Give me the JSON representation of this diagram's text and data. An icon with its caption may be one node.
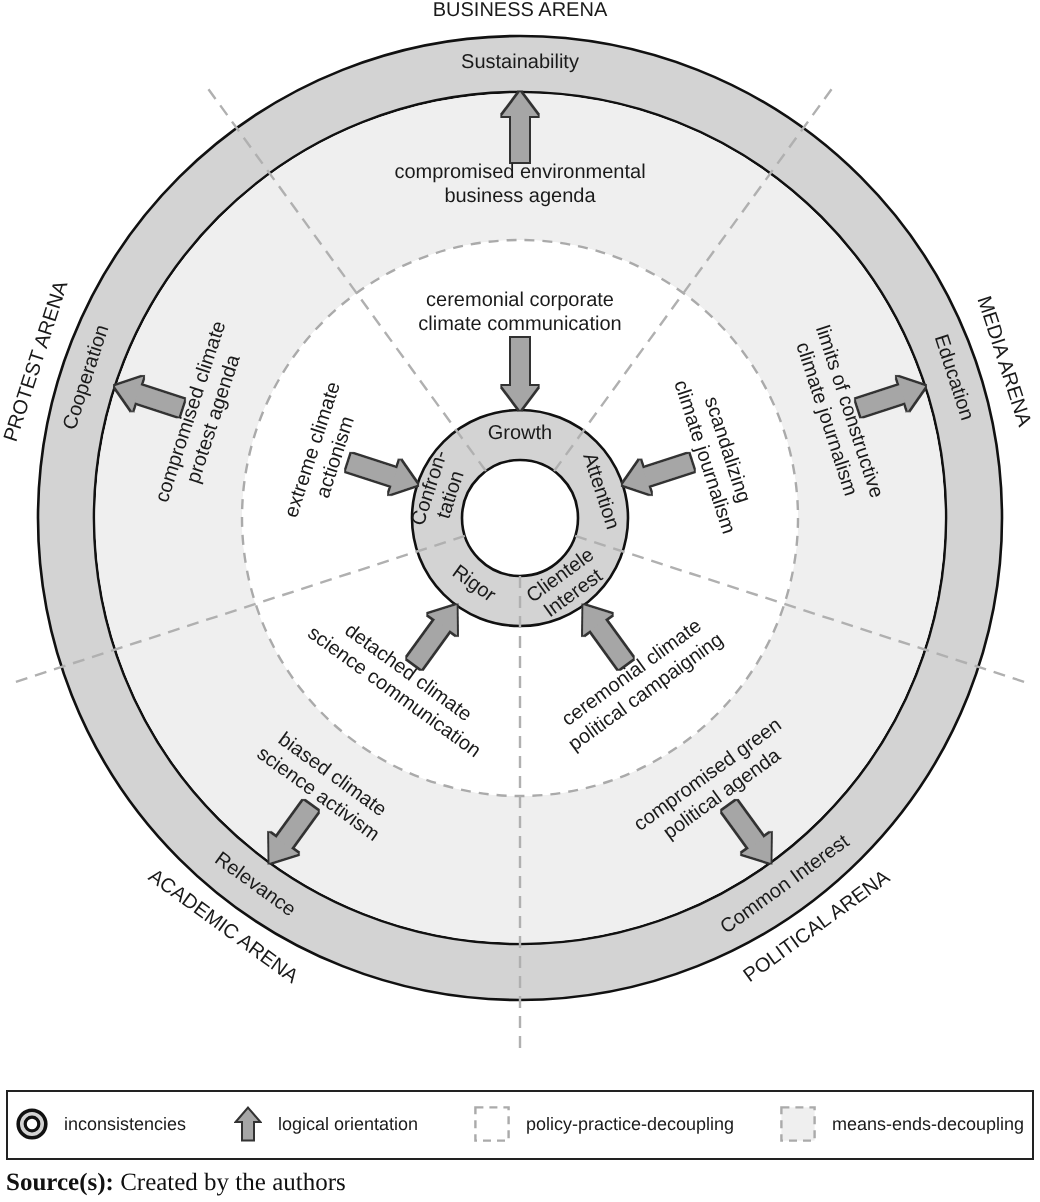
{
  "diagram": {
    "caption": "**Source(s):** Created by the authors",
    "nodes": [
      {
        "text": [
          "Sustainability"
        ]
      },
      {
        "text": [
          "compromised environmental business agenda"
        ]
      },
      {
        "text": [
          "ceremonial corporate climate communication"
        ]
      },
      {
        "text": [
          "Growth"
        ]
      },
      {
        "text": [
          "Cooperation"
        ]
      },
      {
        "text": [
          "compromised climate protest agenda"
        ]
      },
      {
        "text": [
          "extreme climate actionism"
        ]
      },
      {
        "text": [
          "Confron-tation"
        ]
      },
      {
        "text": [
          "Education"
        ]
      },
      {
        "text": [
          "limits of constructive climate journalism"
        ]
      },
      {
        "text": [
          "scandalizing climate journalism"
        ]
      },
      {
        "text": [
          "Attention"
        ]
      },
      {
        "text": [
          "Relevance"
        ]
      },
      {
        "text": [
          "biased climate science activism"
        ]
      },
      {
        "text": [
          "detached climate science communication"
        ]
      },
      {
        "text": [
          "Rigor"
        ]
      },
      {
        "text": [
          "Common Interest"
        ]
      },
      {
        "text": [
          "compromised green political agenda"
        ]
      },
      {
        "text": [
          "ceremonial climate political campaigning"
        ]
      },
      {
        "text": [
          "Clientele Interest"
        ]
      }
    ],
    "edges": [
      {
        "from": 1,
        "to": 0,
        "arrow": "to"
      },
      {
        "from": 2,
        "to": 3,
        "arrow": "to"
      },
      {
        "from": 5,
        "to": 4,
        "arrow": "to"
      },
      {
        "from": 6,
        "to": 7,
        "arrow": "to"
      },
      {
        "from": 9,
        "to": 8,
        "arrow": "to"
      },
      {
        "from": 10,
        "to": 11,
        "arrow": "to"
      },
      {
        "from": 13,
        "to": 12,
        "arrow": "to"
      },
      {
        "from": 14,
        "to": 15,
        "arrow": "to"
      },
      {
        "from": 17,
        "to": 16,
        "arrow": "to"
      },
      {
        "from": 18,
        "to": 19,
        "arrow": "to"
      }
    ],
    "labels": [
      "BUSINESS ARENA",
      "PROTEST ARENA",
      "MEDIA ARENA",
      "ACADEMIC ARENA",
      "POLITICAL ARENA"
    ],
    "legend": [
      {
        "text": "inconsistencies"
      },
      {
        "text": "logical orientation"
      },
      {
        "text": "policy-practice-decoupling"
      },
      {
        "text": "means-ends-decoupling",
        "color": "#efefef"
      }
    ]
  }
}
